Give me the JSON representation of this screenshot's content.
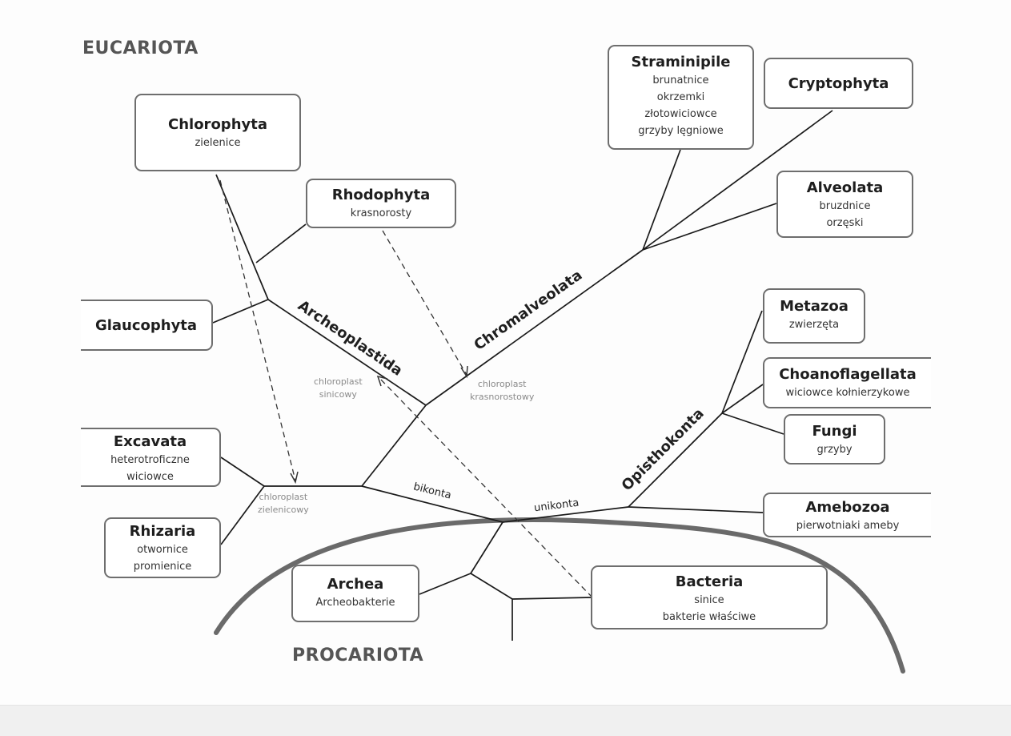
{
  "domains": {
    "eukaryota": "EUCARIOTA",
    "prokaryota": "PROCARIOTA"
  },
  "taxa": {
    "chlorophyta": {
      "name": "Chlorophyta",
      "lines": [
        "zielenice"
      ]
    },
    "rhodophyta": {
      "name": "Rhodophyta",
      "lines": [
        "krasnorosty"
      ]
    },
    "glaucophyta": {
      "name": "Glaucophyta",
      "lines": []
    },
    "straminipile": {
      "name": "Straminipile",
      "lines": [
        "brunatnice",
        "okrzemki",
        "złotowiciowce",
        "grzyby lęgniowe"
      ]
    },
    "cryptophyta": {
      "name": "Cryptophyta",
      "lines": []
    },
    "alveolata": {
      "name": "Alveolata",
      "lines": [
        "bruzdnice",
        "orzęski"
      ]
    },
    "metazoa": {
      "name": "Metazoa",
      "lines": [
        "zwierzęta"
      ]
    },
    "choanoflagellata": {
      "name": "Choanoflagellata",
      "lines": [
        "wiciowce kołnierzykowe"
      ]
    },
    "fungi": {
      "name": "Fungi",
      "lines": [
        "grzyby"
      ]
    },
    "amebozoa": {
      "name": "Amebozoa",
      "lines": [
        "pierwotniaki ameby"
      ]
    },
    "excavata": {
      "name": "Excavata",
      "lines": [
        "heterotroficzne",
        "wiciowce"
      ]
    },
    "rhizaria": {
      "name": "Rhizaria",
      "lines": [
        "otwornice",
        "promienice"
      ]
    },
    "archea": {
      "name": "Archea",
      "lines": [
        "Archeobakterie"
      ]
    },
    "bacteria": {
      "name": "Bacteria",
      "lines": [
        "sinice",
        "bakterie właściwe"
      ]
    }
  },
  "clades": {
    "archeoplastida": "Archeoplastida",
    "chromalveolata": "Chromalveolata",
    "opisthokonta": "Opisthokonta"
  },
  "branches": {
    "bikonta": "bikonta",
    "unikonta": "unikonta"
  },
  "notes": {
    "sinicowy": [
      "chloroplast",
      "sinicowy"
    ],
    "krasnorostowy": [
      "chloroplast",
      "krasnorostowy"
    ],
    "zielenicowy": [
      "chloroplast",
      "zielenicowy"
    ]
  },
  "colors": {
    "tree_line": "#1a1a1a",
    "boundary": "#6a6a6a",
    "box_border": "#6e6e6e",
    "note_text": "#8a8a8a"
  }
}
